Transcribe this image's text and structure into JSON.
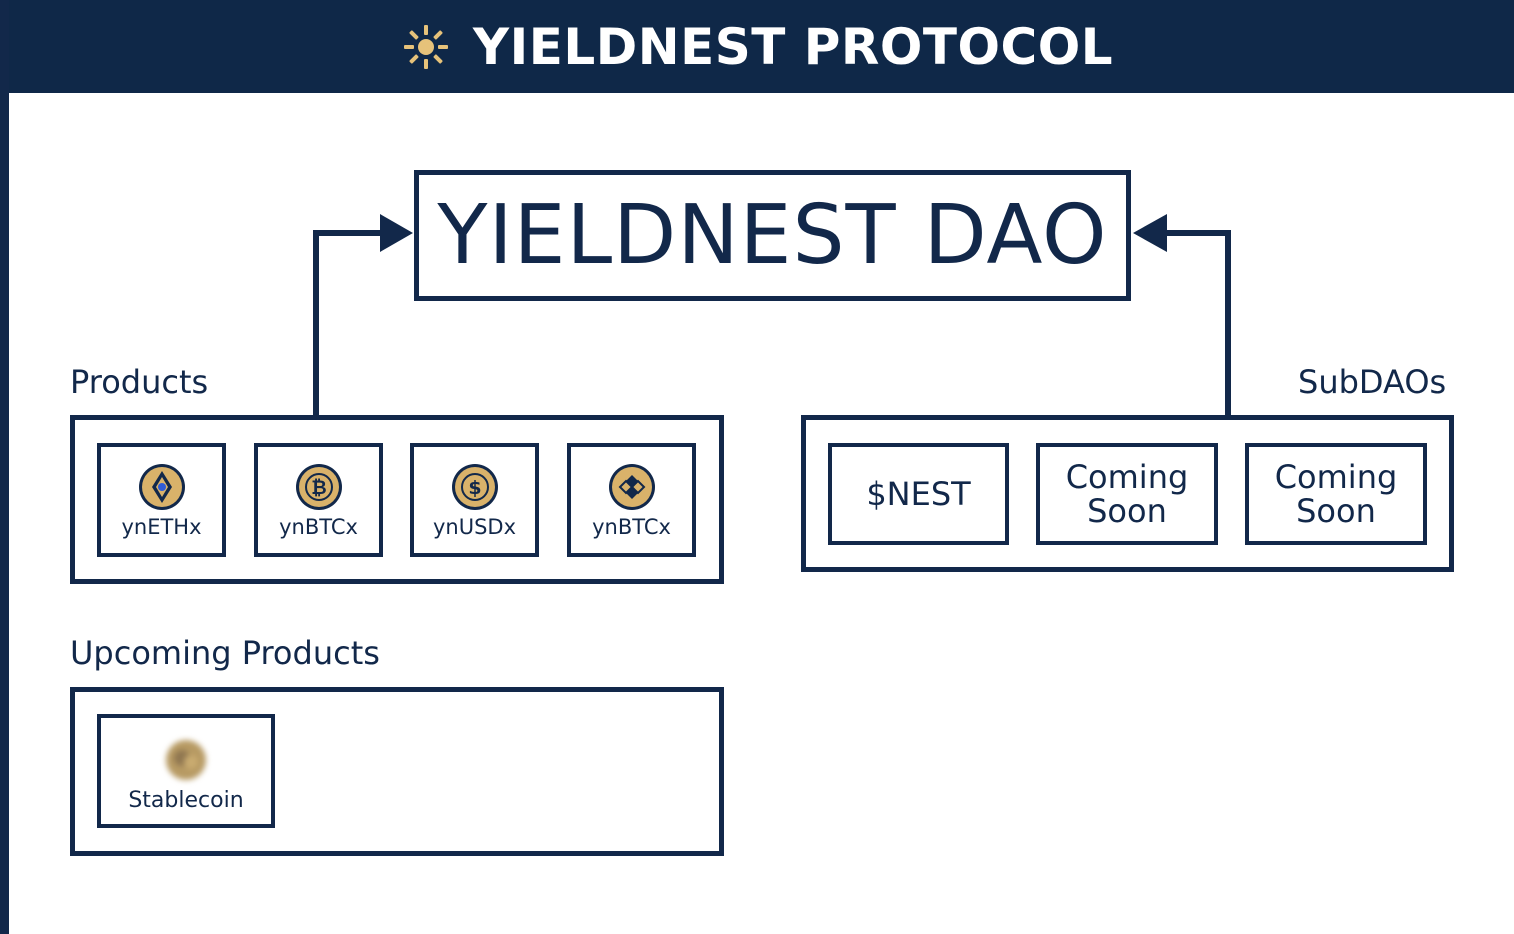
{
  "header": {
    "title": "YIELDNEST PROTOCOL",
    "logo_icon": "sun-icon"
  },
  "dao": {
    "title": "YIELDNEST DAO"
  },
  "products": {
    "label": "Products",
    "items": [
      {
        "label": "ynETHx",
        "icon": "eth-coin-icon"
      },
      {
        "label": "ynBTCx",
        "icon": "btc-coin-icon"
      },
      {
        "label": "ynUSDx",
        "icon": "usd-coin-icon"
      },
      {
        "label": "ynBTCx",
        "icon": "bnb-coin-icon"
      }
    ]
  },
  "subdaos": {
    "label": "SubDAOs",
    "items": [
      {
        "label": "$NEST"
      },
      {
        "label": "Coming\nSoon"
      },
      {
        "label": "Coming\nSoon"
      }
    ]
  },
  "upcoming": {
    "label": "Upcoming Products",
    "items": [
      {
        "label": "Stablecoin",
        "icon": "blurred-coin-icon"
      }
    ]
  },
  "colors": {
    "navy": "#12284a",
    "gold": "#d9b26a",
    "header_bg": "#0f2848"
  }
}
